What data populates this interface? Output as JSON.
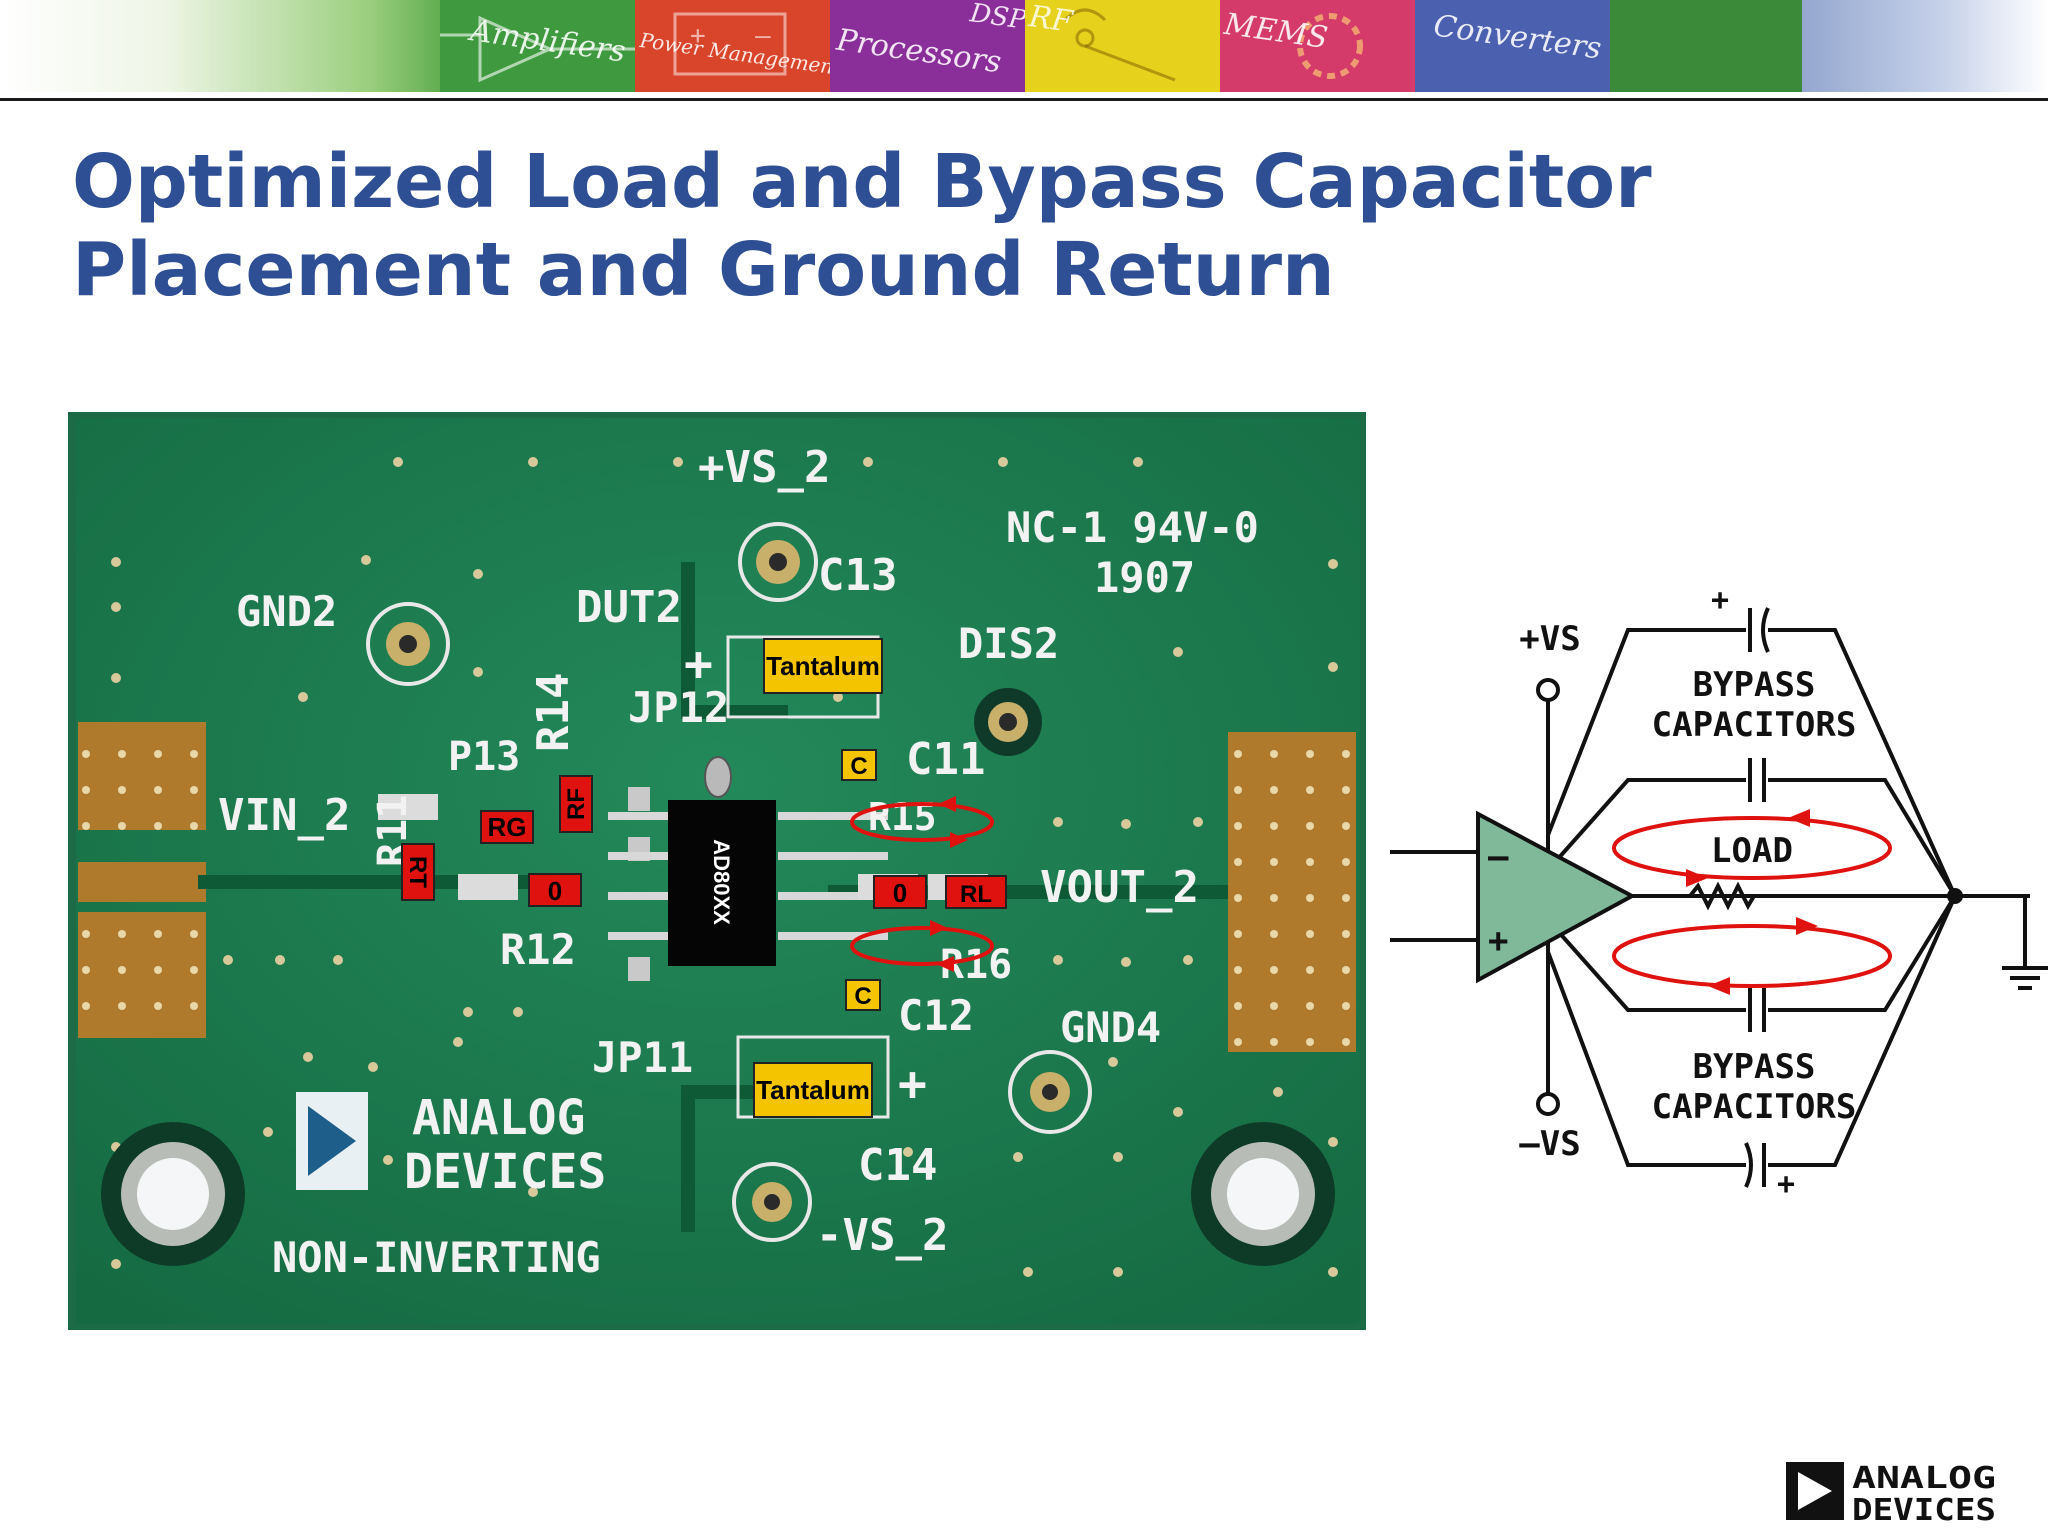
{
  "header": {
    "tiles": [
      {
        "label": "Amplifiers",
        "color": "#3f9a3f"
      },
      {
        "label": "Power Management",
        "color": "#d9452b"
      },
      {
        "label": "Processors",
        "color": "#8a2f9a"
      },
      {
        "label": "DSP",
        "color": "#7a3fa8"
      },
      {
        "label": "RF",
        "color": "#e6d21c"
      },
      {
        "label": "MEMS",
        "color": "#d43a6a"
      },
      {
        "label": "Converters",
        "color": "#4b61b0"
      }
    ]
  },
  "title": {
    "line1": "Optimized Load and Bypass Capacitor",
    "line2": "Placement and Ground Return",
    "color": "#2e4f93"
  },
  "pcb": {
    "board_color": "#1f7f52",
    "silkscreen": {
      "vs_pos": "+VS_2",
      "nc": "NC-1  94V-0",
      "code": "1907",
      "c13": "C13",
      "gnd2": "GND2",
      "dut2": "DUT2",
      "dis2": "DIS2",
      "r14": "R14",
      "jp12": "JP12",
      "r11": "R11",
      "p13": "P13",
      "c11": "C11",
      "vin": "VIN_2",
      "r15": "R15",
      "vout": "VOUT_2",
      "r12": "R12",
      "r16": "R16",
      "c12": "C12",
      "gnd4": "GND4",
      "jp11": "JP11",
      "c14": "C14",
      "vs_neg": "-VS_2",
      "logo_line1": "ANALOG",
      "logo_line2": "DEVICES",
      "mode": "NON-INVERTING"
    },
    "labels": {
      "tantalum_top": "Tantalum",
      "tantalum_bottom": "Tantalum",
      "c_top": "C",
      "c_bottom": "C",
      "rg": "RG",
      "rf": "RF",
      "rt": "RT",
      "zero_left": "0",
      "zero_right": "0",
      "rl": "RL",
      "ic": "AD80XX"
    },
    "label_colors": {
      "yellow": "#f5c400",
      "red": "#e0120f"
    }
  },
  "schematic": {
    "vs_pos": "+VS",
    "vs_neg": "–VS",
    "bypass_top": [
      "BYPASS",
      "CAPACITORS"
    ],
    "bypass_bottom": [
      "BYPASS",
      "CAPACITORS"
    ],
    "load": "LOAD",
    "minus": "–",
    "plus": "+",
    "opamp_color": "#7fb99a"
  },
  "footer": {
    "logo_line1": "ANALOG",
    "logo_line2": "DEVICES"
  }
}
